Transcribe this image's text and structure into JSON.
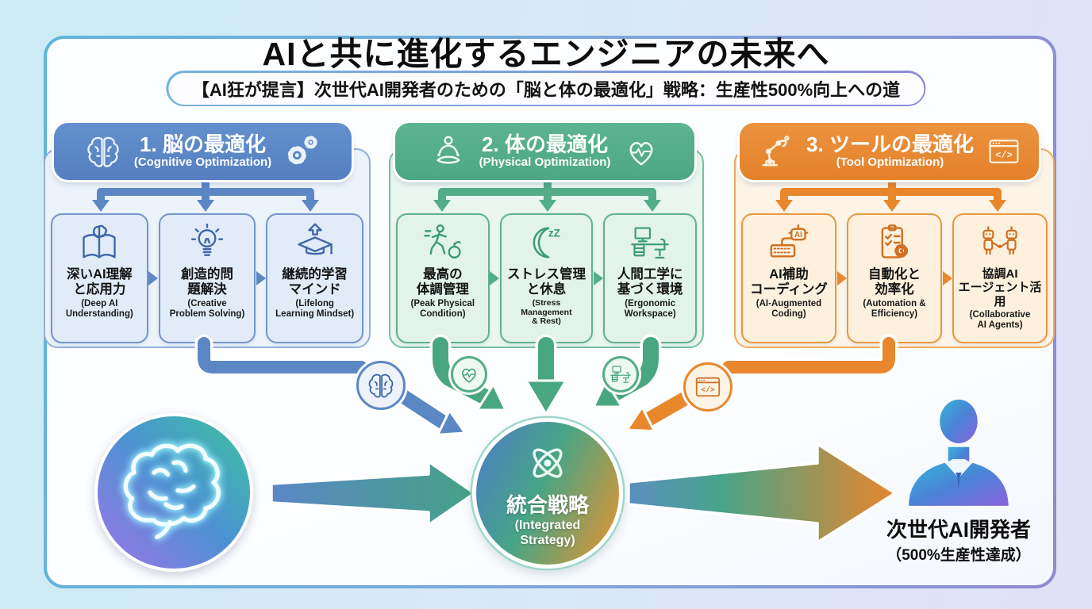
{
  "page": {
    "title": "AIと共に進化するエンジニアの未来へ",
    "subtitle": "【AI狂が提言】次世代AI開発者のための「脳と体の最適化」戦略：生産性500%向上への道"
  },
  "sections": [
    {
      "id": "cognitive",
      "jp_title": "1. 脳の最適化",
      "en_title": "(Cognitive Optimization)",
      "icon_left": "brain-icon",
      "icon_right": "gears-icon",
      "accent": "#5b87c5",
      "items": [
        {
          "jp": "深いAI理解\nと応用力",
          "en": "(Deep AI\nUnderstanding)",
          "icon": "book-brain-icon"
        },
        {
          "jp": "創造的問\n題解決",
          "en": "(Creative\nProblem Solving)",
          "icon": "lightbulb-icon"
        },
        {
          "jp": "継続的学習\nマインド",
          "en": "(Lifelong\nLearning Mindset)",
          "icon": "graduation-arrow-icon"
        }
      ]
    },
    {
      "id": "physical",
      "jp_title": "2. 体の最適化",
      "en_title": "(Physical Optimization)",
      "icon_left": "meditation-icon",
      "icon_right": "heart-pulse-icon",
      "accent": "#52ad88",
      "items": [
        {
          "jp": "最高の\n体調管理",
          "en": "(Peak Physical\nCondition)",
          "icon": "runner-apple-icon"
        },
        {
          "jp": "ストレス管理\nと休息",
          "en": "(Stress\nManagement\n& Rest)",
          "icon": "moon-zz-icon"
        },
        {
          "jp": "人間工学に\n基づく環境",
          "en": "(Ergonomic\nWorkspace)",
          "icon": "workspace-icon"
        }
      ]
    },
    {
      "id": "tools",
      "jp_title": "3. ツールの最適化",
      "en_title": "(Tool Optimization)",
      "icon_left": "robot-arm-icon",
      "icon_right": "code-window-icon",
      "accent": "#e8872c",
      "items": [
        {
          "jp": "AI補助\nコーディング",
          "en": "(AI-Augmented\nCoding)",
          "icon": "ai-keyboard-icon"
        },
        {
          "jp": "自動化と\n効率化",
          "en": "(Automation &\nEfficiency)",
          "icon": "checklist-gear-icon"
        },
        {
          "jp": "協調AI\nエージェント活用",
          "en": "(Collaborative\nAI Agents)",
          "icon": "robots-handshake-icon"
        }
      ]
    }
  ],
  "flow_nodes": [
    "brain-icon",
    "heart-pulse-icon",
    "workspace-icon",
    "code-window-icon"
  ],
  "integration": {
    "jp": "統合戦略",
    "en": "(Integrated\nStrategy)",
    "icon": "atom-icon"
  },
  "outcome": {
    "jp": "次世代AI開発者",
    "en": "（500%生産性達成）",
    "icon": "developer-avatar"
  },
  "icons": {
    "ai_label": "AI",
    "code_label": "</>",
    "zz_label": "zZ"
  },
  "colors": {
    "background_left": "#cdecf5",
    "background_right": "#e2e0f6",
    "card_border_left": "#5fb5da",
    "card_border_right": "#8f8ad4",
    "blue_accent": "#5b87c5",
    "green_accent": "#52ad88",
    "orange_accent": "#e8872c",
    "integration_gradient": [
      "#4c80c2",
      "#47a585",
      "#dd9434"
    ],
    "brain_circle_gradient": [
      "#3fbfa4",
      "#4b92d2",
      "#9777e6"
    ],
    "person_gradient": [
      "#35b4d8",
      "#4b82d6",
      "#8b64dc"
    ]
  }
}
